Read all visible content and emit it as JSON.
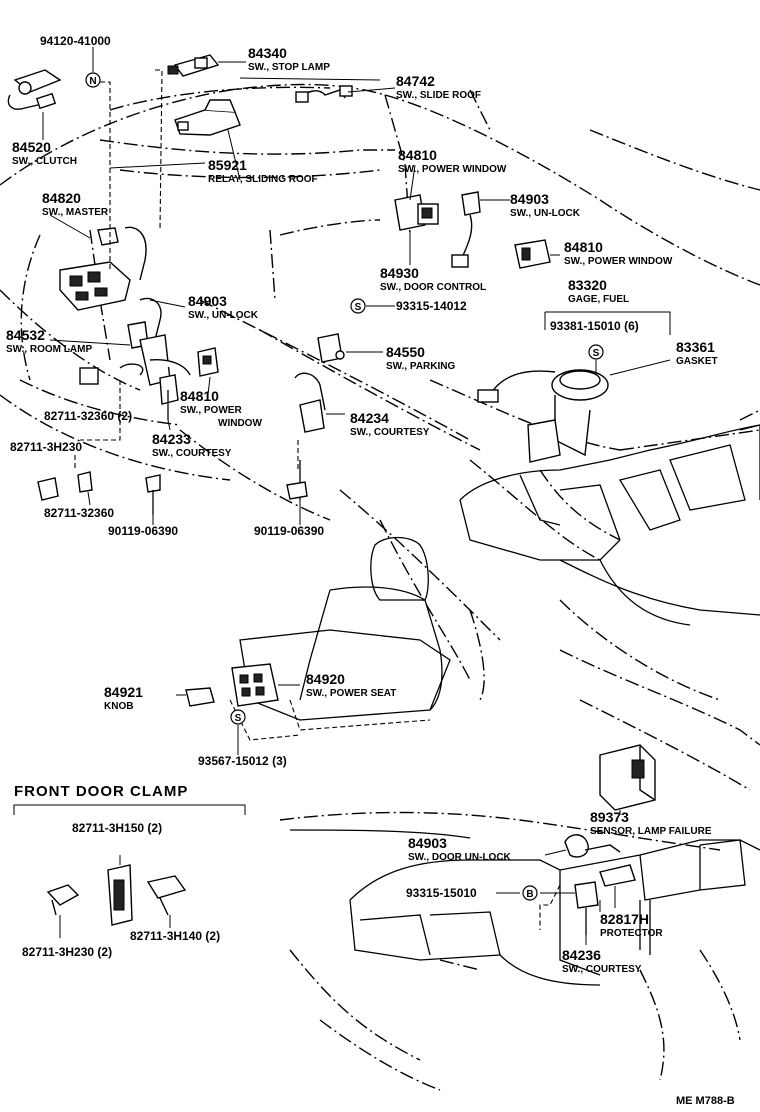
{
  "callouts": [
    {
      "id": "c-94120",
      "pn": "94120-41000",
      "desc": ""
    },
    {
      "id": "c-84340",
      "pn": "84340",
      "desc": "SW., STOP LAMP"
    },
    {
      "id": "c-84742",
      "pn": "84742",
      "desc": "SW., SLIDE  ROOF"
    },
    {
      "id": "c-84520",
      "pn": "84520",
      "desc": "SW., CLUTCH"
    },
    {
      "id": "c-85921",
      "pn": "85921",
      "desc": "RELAY, SLIDING ROOF"
    },
    {
      "id": "c-84820",
      "pn": "84820",
      "desc": "SW., MASTER"
    },
    {
      "id": "c-84810a",
      "pn": "84810",
      "desc": "SW., POWER WINDOW"
    },
    {
      "id": "c-84903a",
      "pn": "84903",
      "desc": "SW., UN-LOCK"
    },
    {
      "id": "c-84810b",
      "pn": "84810",
      "desc": "SW., POWER WINDOW"
    },
    {
      "id": "c-84930",
      "pn": "84930",
      "desc": "SW., DOOR CONTROL"
    },
    {
      "id": "c-83320",
      "pn": "83320",
      "desc": "GAGE, FUEL"
    },
    {
      "id": "c-93315a",
      "pn": "93315-14012",
      "desc": ""
    },
    {
      "id": "c-93381",
      "pn": "93381-15010 (6)",
      "desc": ""
    },
    {
      "id": "c-84903b",
      "pn": "84903",
      "desc": "SW., UN-LOCK"
    },
    {
      "id": "c-84532",
      "pn": "84532",
      "desc": "SW., ROOM LAMP"
    },
    {
      "id": "c-84550",
      "pn": "84550",
      "desc": "SW., PARKING"
    },
    {
      "id": "c-83361",
      "pn": "83361",
      "desc": "GASKET"
    },
    {
      "id": "c-84810c",
      "pn": "84810",
      "desc": "SW., POWER"
    },
    {
      "id": "c-84810c2",
      "pn": "",
      "desc": "WINDOW"
    },
    {
      "id": "c-82711a",
      "pn": "82711-32360 (2)",
      "desc": ""
    },
    {
      "id": "c-84234",
      "pn": "84234",
      "desc": "SW., COURTESY"
    },
    {
      "id": "c-84233",
      "pn": "84233",
      "desc": "SW., COURTESY"
    },
    {
      "id": "c-82711b",
      "pn": "82711-3H230",
      "desc": ""
    },
    {
      "id": "c-82711c",
      "pn": "82711-32360",
      "desc": ""
    },
    {
      "id": "c-90119a",
      "pn": "90119-06390",
      "desc": ""
    },
    {
      "id": "c-90119b",
      "pn": "90119-06390",
      "desc": ""
    },
    {
      "id": "c-84920",
      "pn": "84920",
      "desc": "SW., POWER SEAT"
    },
    {
      "id": "c-84921",
      "pn": "84921",
      "desc": "KNOB"
    },
    {
      "id": "c-93567",
      "pn": "93567-15012 (3)",
      "desc": ""
    },
    {
      "id": "c-89373",
      "pn": "89373",
      "desc": "SENSOR, LAMP FAILURE"
    },
    {
      "id": "c-84903c",
      "pn": "84903",
      "desc": "SW., DOOR UN-LOCK"
    },
    {
      "id": "c-93315b",
      "pn": "93315-15010",
      "desc": ""
    },
    {
      "id": "c-82817",
      "pn": "82817H",
      "desc": "PROTECTOR"
    },
    {
      "id": "c-84236",
      "pn": "84236",
      "desc": "SW., COURTESY"
    }
  ],
  "front_door_clamp": {
    "title": "FRONT  DOOR  CLAMP",
    "parts": [
      "82711-3H150 (2)",
      "82711-3H230 (2)",
      "82711-3H140 (2)"
    ]
  },
  "symbols": {
    "n": "N",
    "s": "S",
    "b": "B"
  },
  "ref_code": "ME  M788-B"
}
